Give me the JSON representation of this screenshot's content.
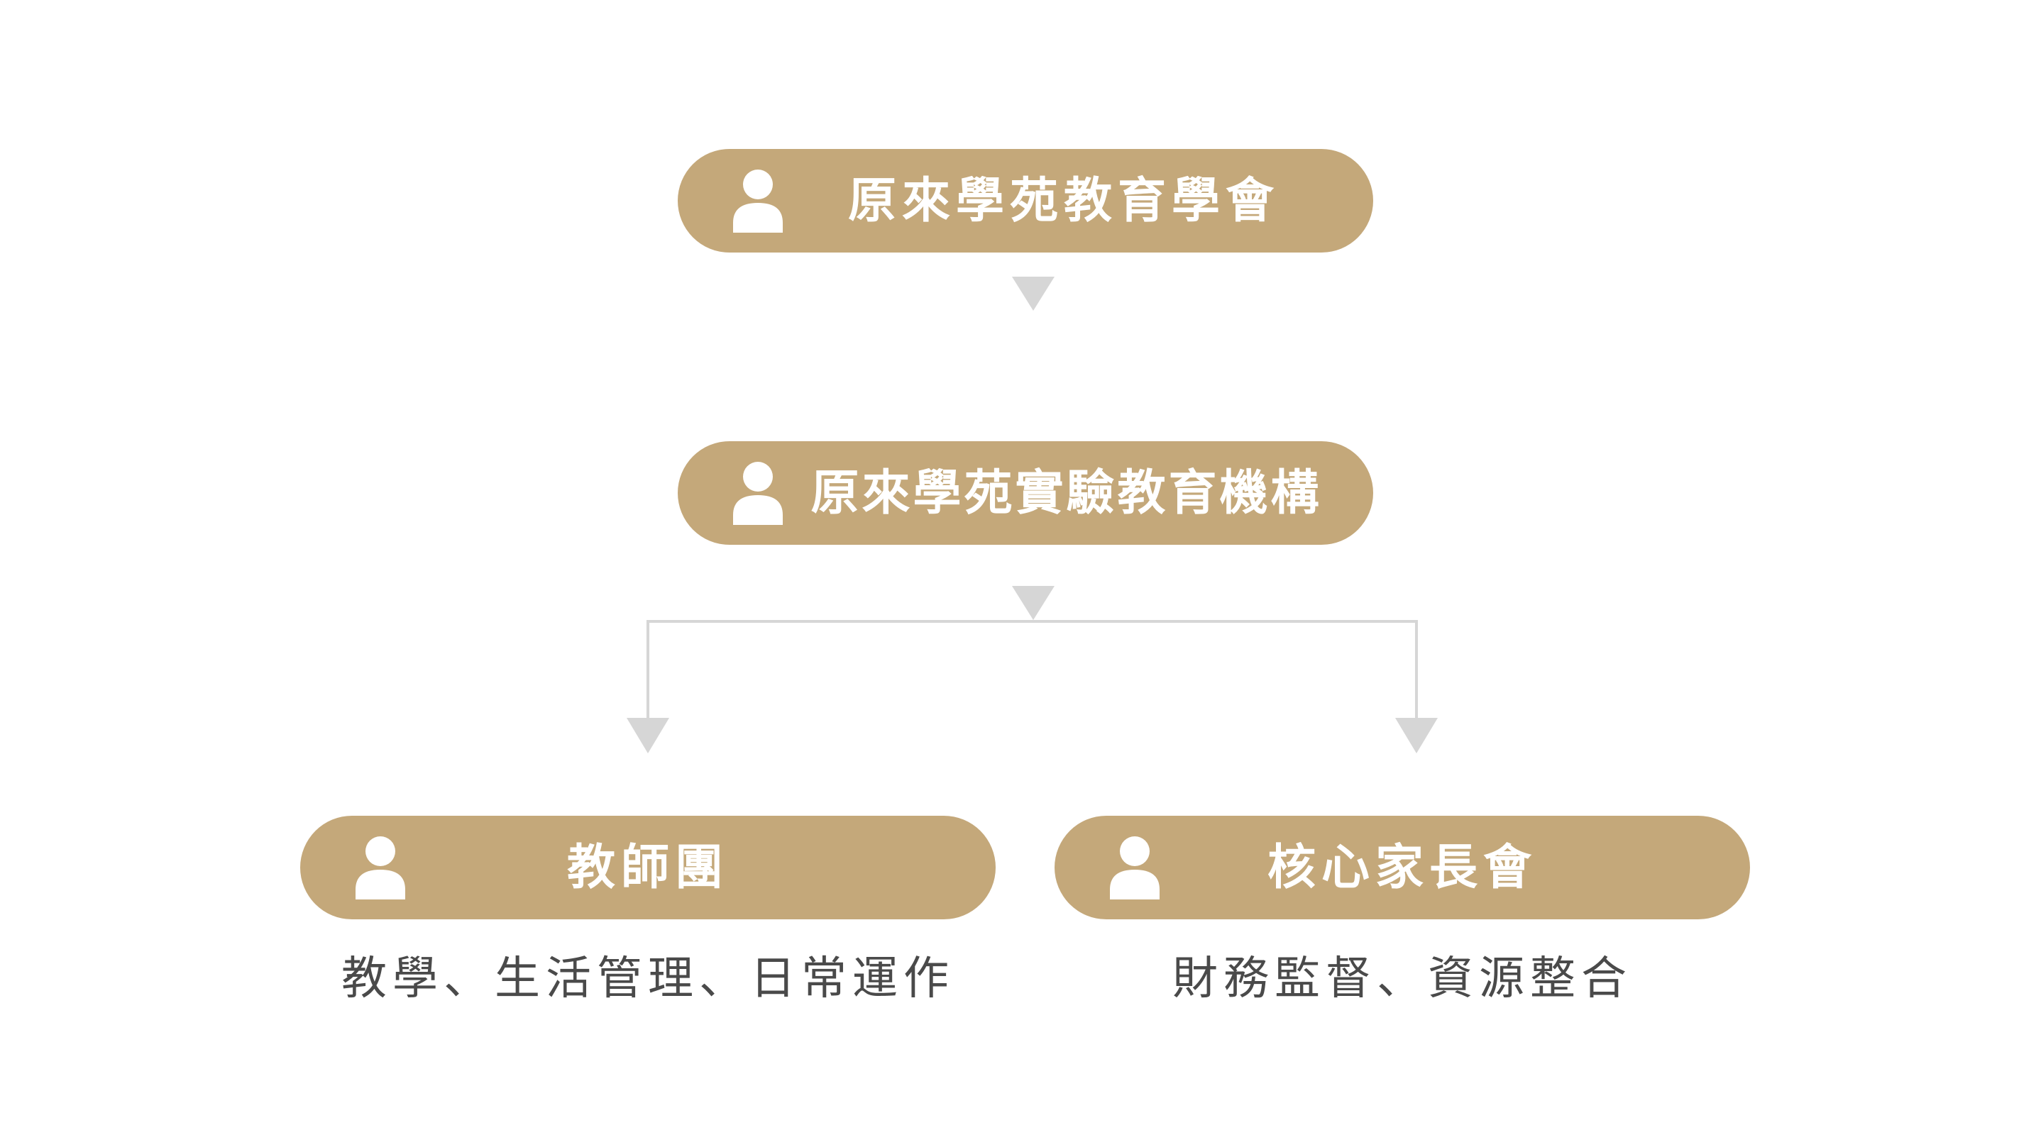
{
  "nodes": {
    "association": {
      "label": "原來學苑教育學會",
      "icon": "person-icon"
    },
    "institution": {
      "label": "原來學苑實驗教育機構",
      "icon": "person-icon"
    },
    "teachers": {
      "label": "教師團",
      "icon": "person-icon",
      "description": "教學、生活管理、日常運作"
    },
    "parents": {
      "label": "核心家長會",
      "icon": "person-icon",
      "description": "財務監督、資源整合"
    }
  },
  "colors": {
    "node_fill": "#c4a87a",
    "node_text": "#ffffff",
    "connector": "#d6d6d6",
    "description_text": "#4a4a4a"
  }
}
